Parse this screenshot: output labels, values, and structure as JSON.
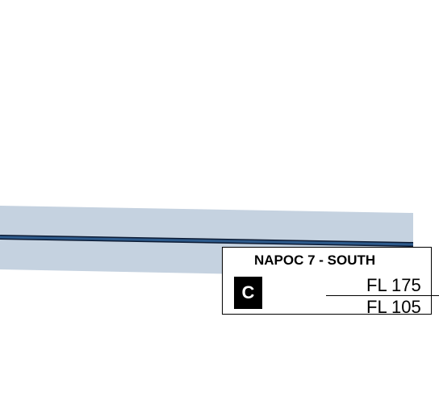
{
  "airspace": {
    "name": "NAPOC 7 - SOUTH",
    "class": "C",
    "upper_limit": "FL 175",
    "lower_limit": "FL 105"
  },
  "colors": {
    "corridor_fill": "#c5d2e0",
    "route_line": "#2e5b8c",
    "route_outline": "#0b1a33",
    "label_border": "#000000",
    "badge_fill": "#000000",
    "badge_text": "#ffffff"
  }
}
